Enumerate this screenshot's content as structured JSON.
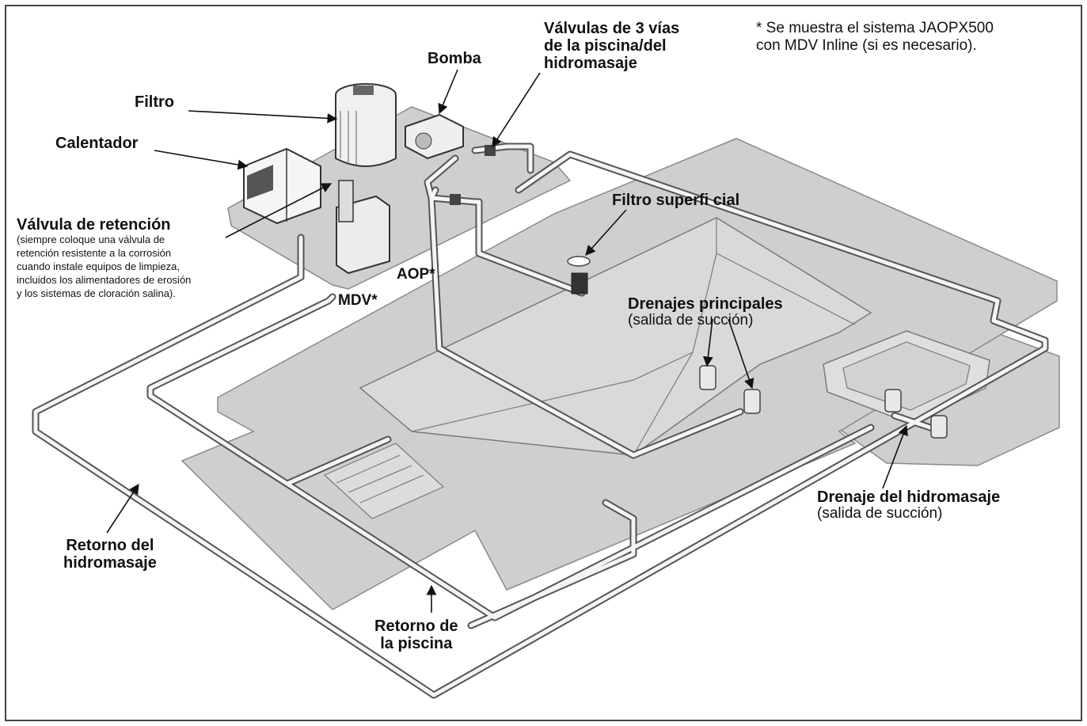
{
  "note": {
    "line1": "* Se muestra el sistema JAOPX500",
    "line2": "con MDV Inline (si es necesario)."
  },
  "labels": {
    "valvulas_3_vias": [
      "Válvulas de 3 vías",
      "de la piscina/del",
      "hidromasaje"
    ],
    "bomba": "Bomba",
    "filtro": "Filtro",
    "calentador": "Calentador",
    "valvula_retencion": {
      "title": "Válvula de retención",
      "detail": [
        "(siempre coloque una válvula de",
        "retención resistente a la corrosión",
        "cuando instale equipos de limpieza,",
        "incluidos los alimentadores de erosión",
        "y los sistemas de cloración salina)."
      ]
    },
    "aop": "AOP*",
    "mdv": "MDV*",
    "filtro_superficial": "Filtro superfi cial",
    "drenajes_principales": {
      "title": "Drenajes principales",
      "sub": "(salida de succión)"
    },
    "drenaje_hidromasaje": {
      "title": "Drenaje del hidromasaje",
      "sub": "(salida de succión)"
    },
    "retorno_hidromasaje": [
      "Retorno del",
      "hidromasaje"
    ],
    "retorno_piscina": [
      "Retorno de",
      "la piscina"
    ]
  },
  "colors": {
    "slab": "#cfcfcf",
    "slab_stroke": "#8a8a8a",
    "pipe": "#f4f4f4",
    "pipe_edge": "#555555",
    "border": "#444444"
  }
}
